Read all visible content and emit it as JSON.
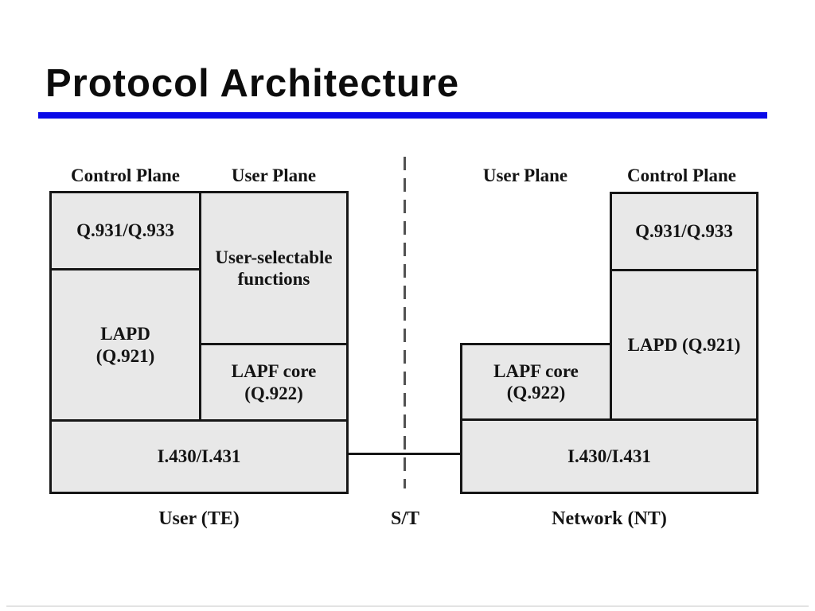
{
  "title": "Protocol Architecture",
  "colors": {
    "accent_rule": "#0a0ae8",
    "box_fill": "#e8e8e8",
    "box_border": "#161616",
    "dashed_line": "#525252",
    "footer_rule": "#e3e3e3"
  },
  "diagram": {
    "user_side": {
      "control_plane_header": "Control Plane",
      "user_plane_header": "User Plane",
      "boxes": {
        "q931": "Q.931/Q.933",
        "user_selectable": "User-selectable\nfunctions",
        "lapd": "LAPD\n(Q.921)",
        "lapf_core": "LAPF core\n(Q.922)",
        "i430": "I.430/I.431"
      },
      "bottom_label": "User (TE)"
    },
    "network_side": {
      "user_plane_header": "User Plane",
      "control_plane_header": "Control Plane",
      "boxes": {
        "q931": "Q.931/Q.933",
        "lapd": "LAPD (Q.921)",
        "lapf_core": "LAPF core\n(Q.922)",
        "i430": "I.430/I.431"
      },
      "bottom_label": "Network (NT)"
    },
    "reference_point_label": "S/T"
  }
}
